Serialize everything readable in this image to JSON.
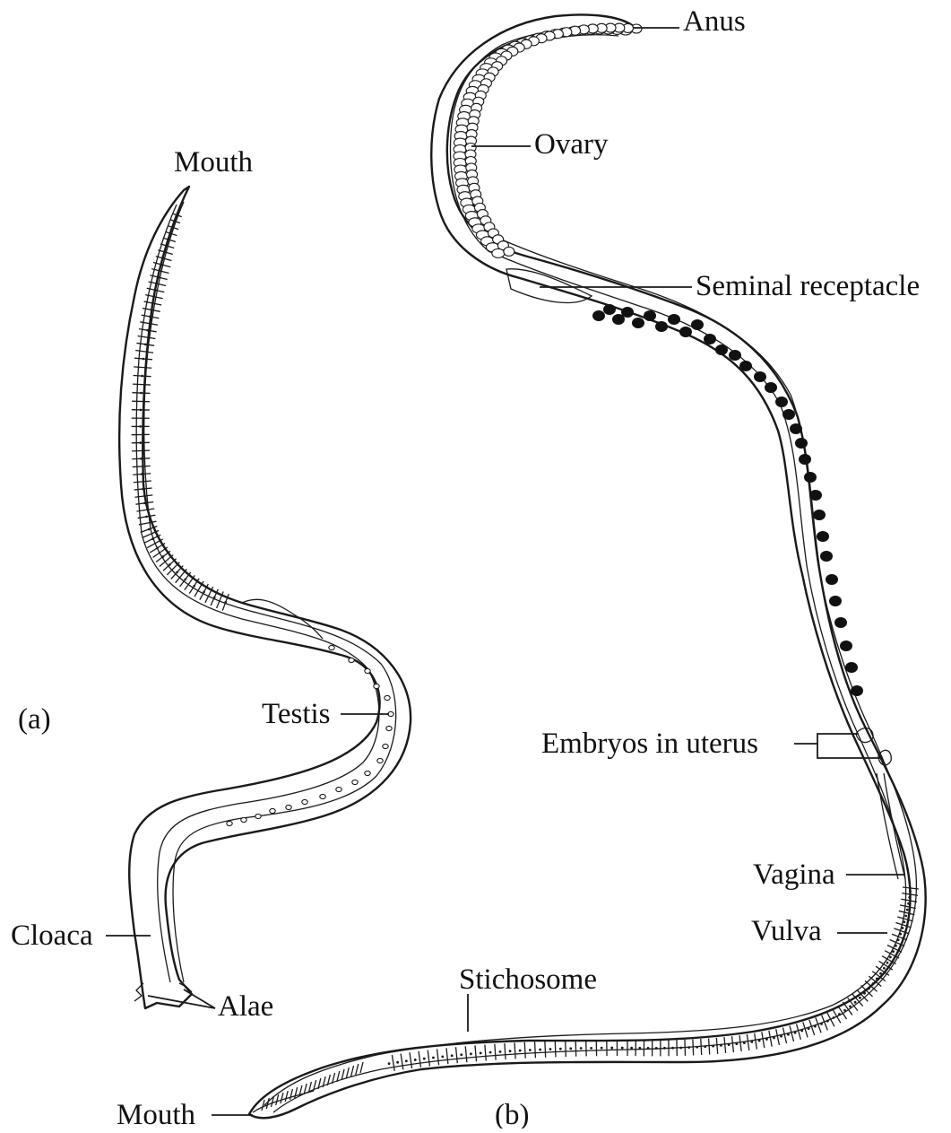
{
  "figure": {
    "panel_a": {
      "tag": "(a)",
      "labels": {
        "mouth": "Mouth",
        "testis": "Testis",
        "cloaca": "Cloaca",
        "alae": "Alae"
      }
    },
    "panel_b": {
      "tag": "(b)",
      "labels": {
        "anus": "Anus",
        "ovary": "Ovary",
        "seminal_receptacle": "Seminal receptacle",
        "embryos": "Embryos in uterus",
        "vagina": "Vagina",
        "vulva": "Vulva",
        "stichosome": "Stichosome",
        "mouth": "Mouth"
      }
    }
  },
  "colors": {
    "ink": "#1a1a1a",
    "background": "#ffffff"
  }
}
